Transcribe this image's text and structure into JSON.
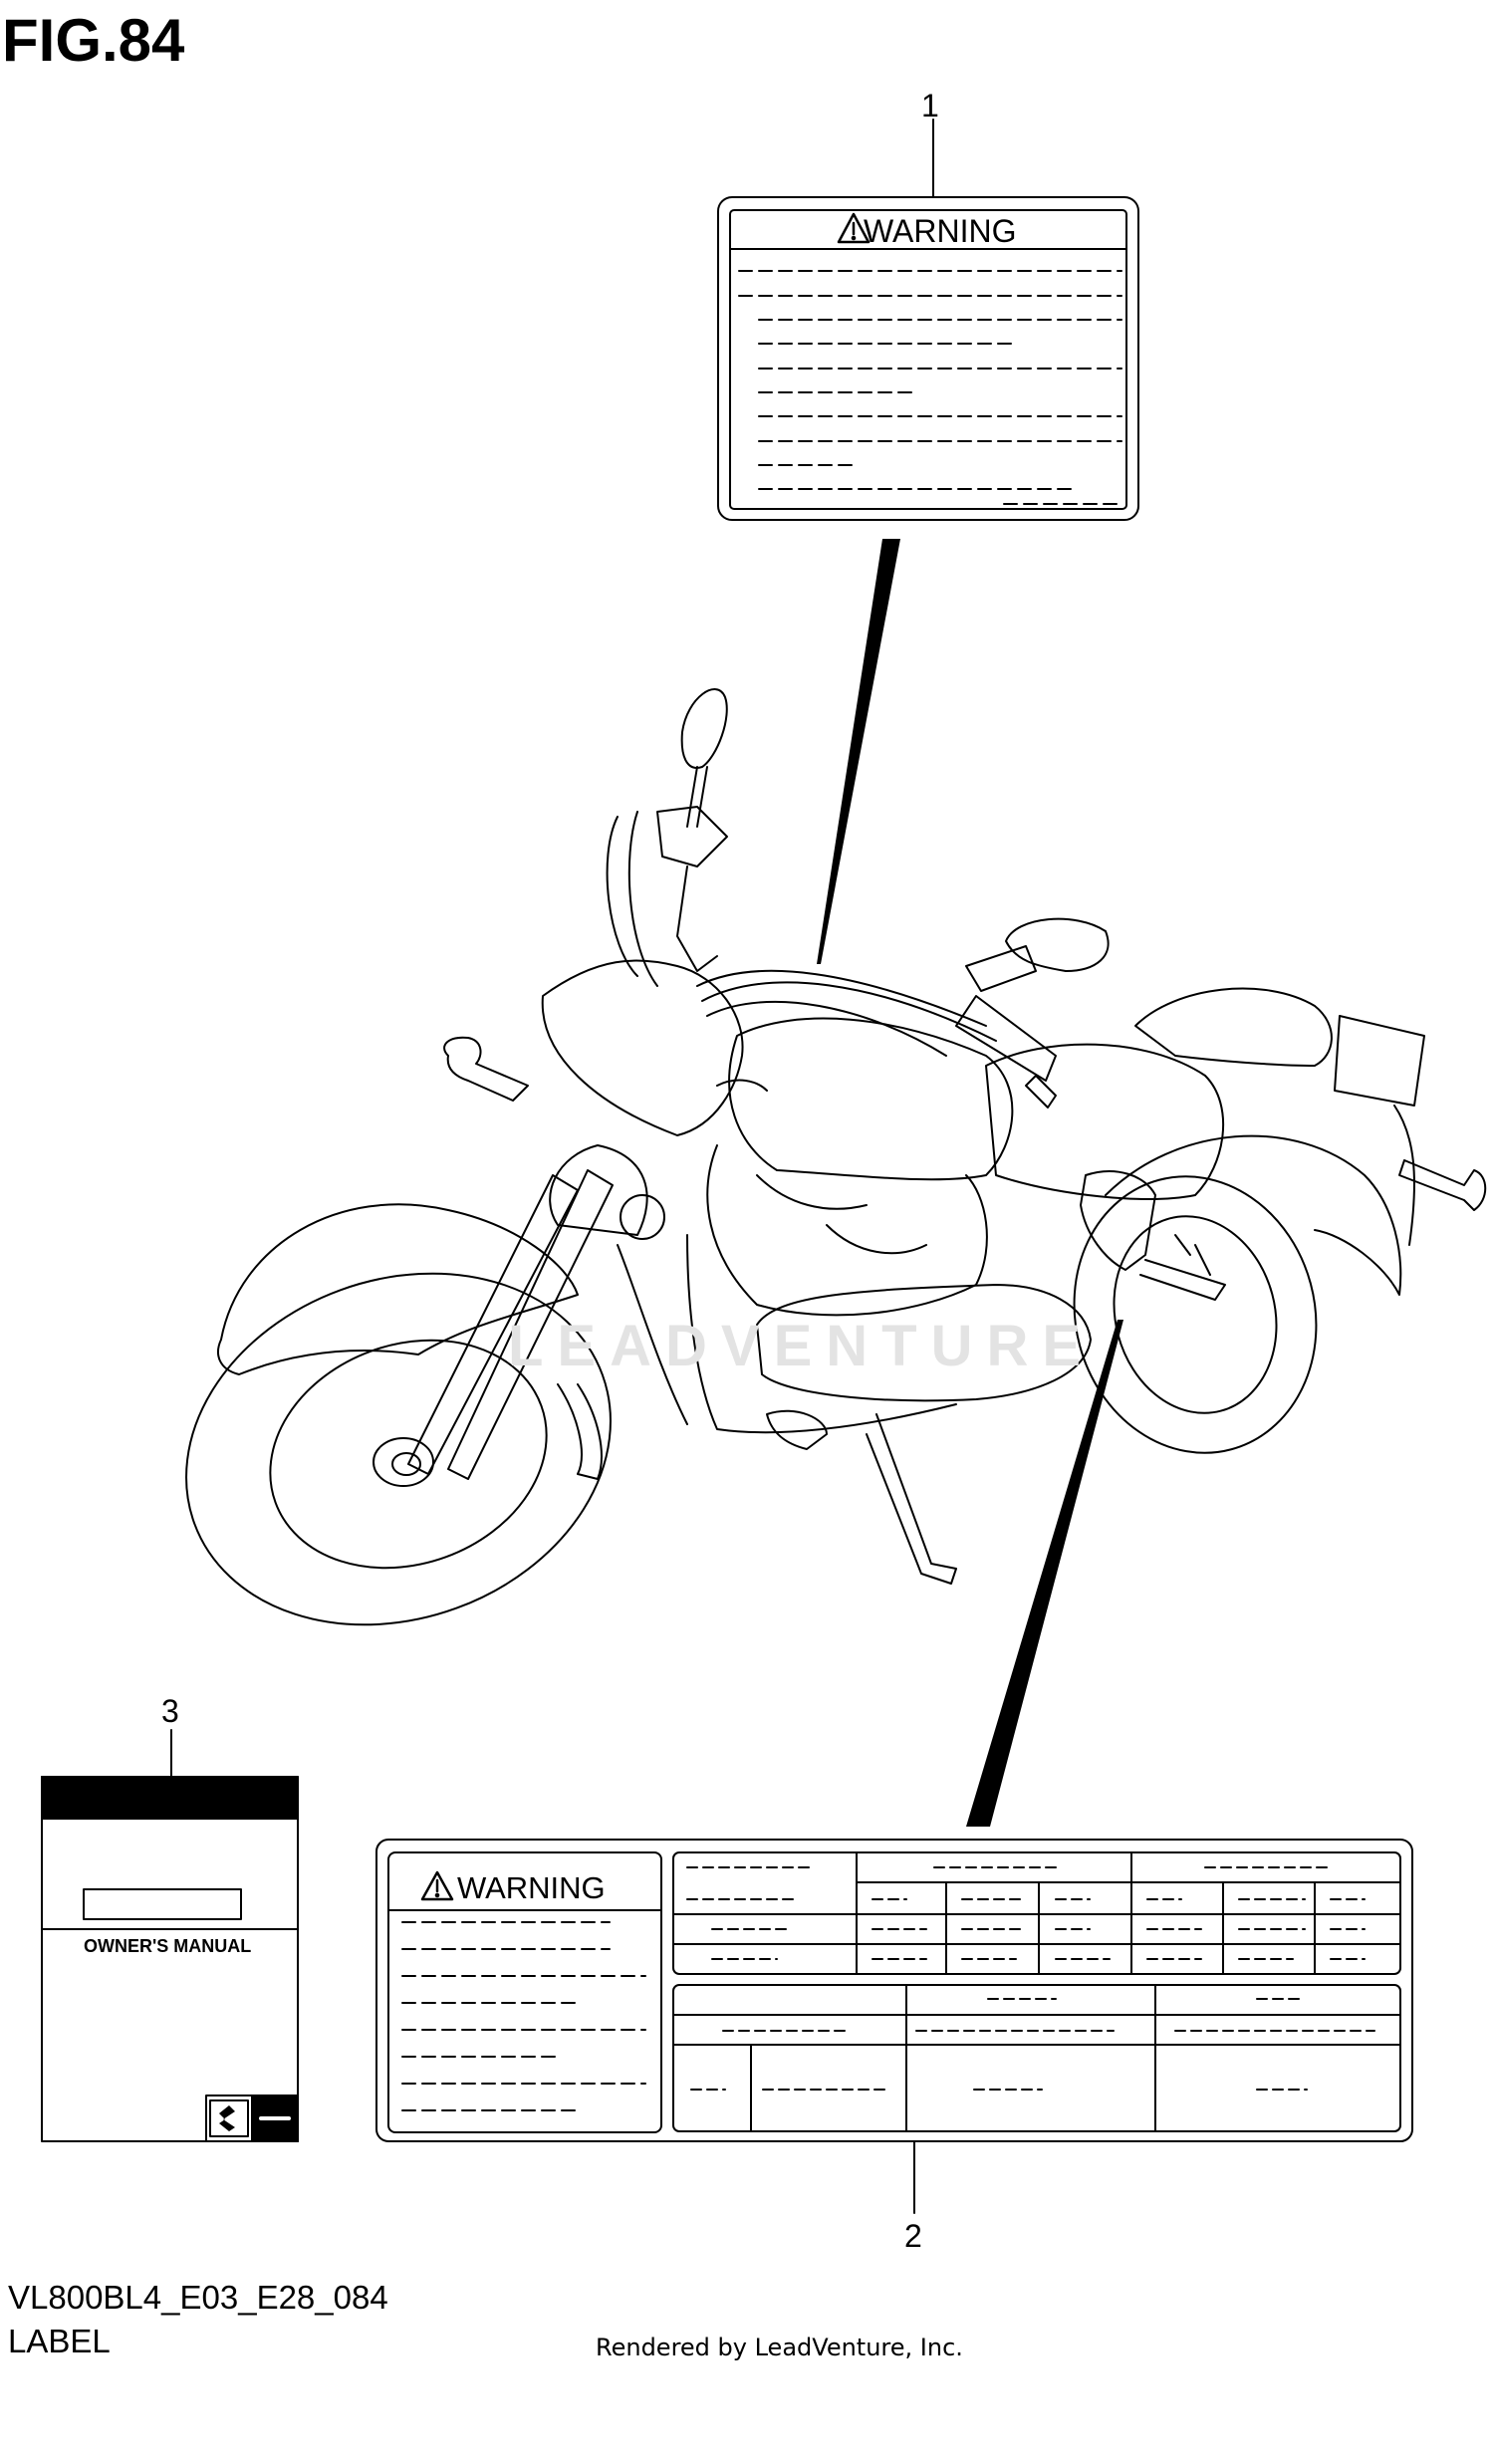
{
  "figure": {
    "title": "FIG.84"
  },
  "callouts": {
    "c1": "1",
    "c2": "2",
    "c3": "3"
  },
  "label1": {
    "heading": "WARNING"
  },
  "label2": {
    "heading": "WARNING"
  },
  "manual": {
    "title": "OWNER'S MANUAL"
  },
  "watermark": {
    "text": "LEADVENTURE"
  },
  "footer": {
    "code": "VL800BL4_E03_E28_084",
    "name": "LABEL",
    "credit": "Rendered by LeadVenture, Inc."
  }
}
